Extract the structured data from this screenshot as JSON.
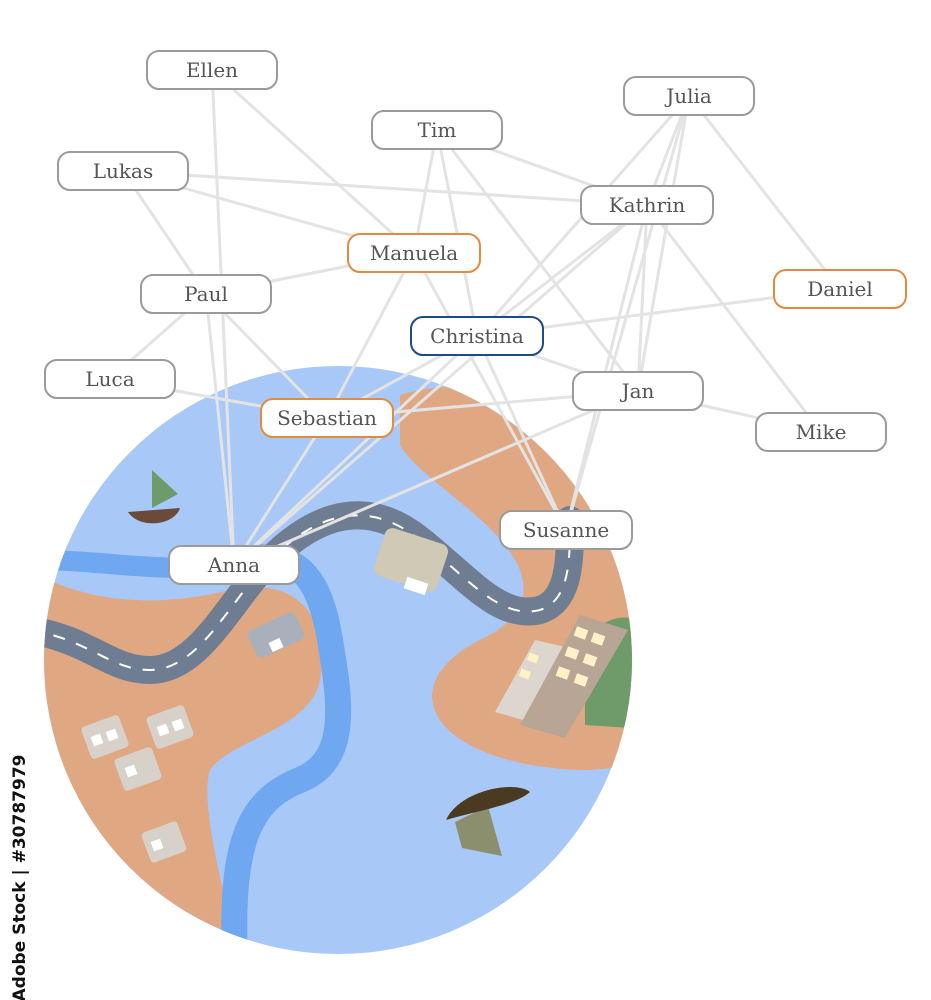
{
  "diagram": {
    "nodes": [
      {
        "id": "ellen",
        "label": "Ellen",
        "style": "gray"
      },
      {
        "id": "tim",
        "label": "Tim",
        "style": "gray"
      },
      {
        "id": "julia",
        "label": "Julia",
        "style": "gray"
      },
      {
        "id": "lukas",
        "label": "Lukas",
        "style": "gray"
      },
      {
        "id": "kathrin",
        "label": "Kathrin",
        "style": "gray"
      },
      {
        "id": "manuela",
        "label": "Manuela",
        "style": "orange"
      },
      {
        "id": "daniel",
        "label": "Daniel",
        "style": "orange"
      },
      {
        "id": "paul",
        "label": "Paul",
        "style": "gray"
      },
      {
        "id": "christina",
        "label": "Christina",
        "style": "blue"
      },
      {
        "id": "luca",
        "label": "Luca",
        "style": "gray"
      },
      {
        "id": "jan",
        "label": "Jan",
        "style": "gray"
      },
      {
        "id": "sebastian",
        "label": "Sebastian",
        "style": "orange"
      },
      {
        "id": "mike",
        "label": "Mike",
        "style": "gray"
      },
      {
        "id": "susanne",
        "label": "Susanne",
        "style": "gray"
      },
      {
        "id": "anna",
        "label": "Anna",
        "style": "gray"
      }
    ],
    "edges": [
      [
        "ellen",
        "anna"
      ],
      [
        "ellen",
        "manuela"
      ],
      [
        "lukas",
        "kathrin"
      ],
      [
        "lukas",
        "manuela"
      ],
      [
        "lukas",
        "paul"
      ],
      [
        "tim",
        "kathrin"
      ],
      [
        "tim",
        "manuela"
      ],
      [
        "tim",
        "christina"
      ],
      [
        "tim",
        "jan"
      ],
      [
        "julia",
        "kathrin"
      ],
      [
        "julia",
        "daniel"
      ],
      [
        "julia",
        "christina"
      ],
      [
        "julia",
        "jan"
      ],
      [
        "julia",
        "susanne"
      ],
      [
        "kathrin",
        "christina"
      ],
      [
        "kathrin",
        "mike"
      ],
      [
        "kathrin",
        "susanne"
      ],
      [
        "kathrin",
        "jan"
      ],
      [
        "manuela",
        "paul"
      ],
      [
        "manuela",
        "sebastian"
      ],
      [
        "manuela",
        "susanne"
      ],
      [
        "christina",
        "daniel"
      ],
      [
        "christina",
        "anna"
      ],
      [
        "christina",
        "sebastian"
      ],
      [
        "christina",
        "jan"
      ],
      [
        "paul",
        "sebastian"
      ],
      [
        "paul",
        "anna"
      ],
      [
        "paul",
        "luca"
      ],
      [
        "luca",
        "sebastian"
      ],
      [
        "jan",
        "sebastian"
      ],
      [
        "jan",
        "mike"
      ],
      [
        "jan",
        "anna"
      ],
      [
        "sebastian",
        "anna"
      ],
      [
        "kathrin",
        "anna"
      ],
      [
        "christina",
        "susanne"
      ]
    ]
  },
  "illustration": {
    "water_color": "#a8c8f8",
    "river_color": "#6fa8f0",
    "land_color": "#dfa882",
    "road_color": "#6f7d92",
    "park_color": "#6f9a6a"
  },
  "edge_color": "#e3e3e3",
  "credit": "Adobe Stock | #30787979"
}
